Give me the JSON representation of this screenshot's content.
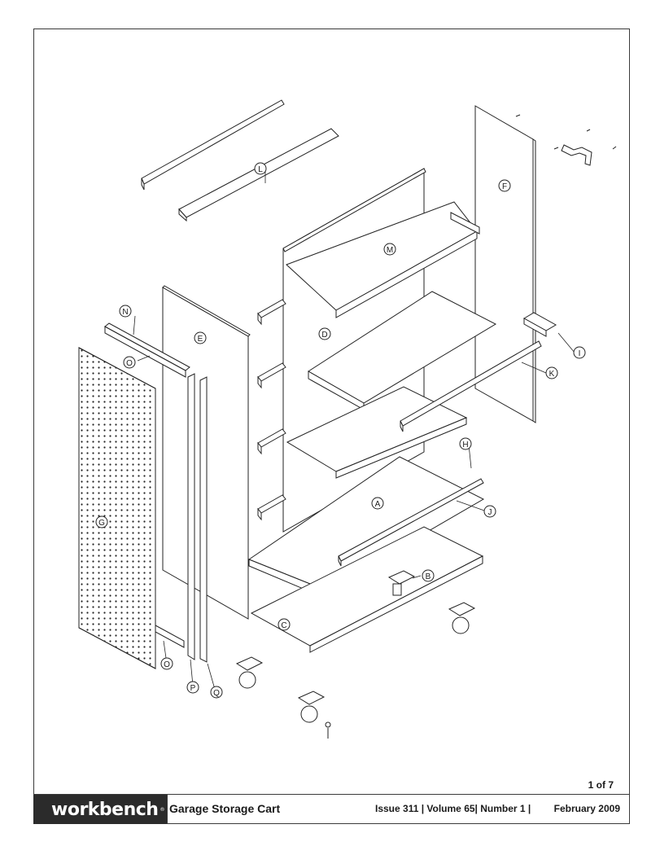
{
  "callouts": [
    "L",
    "F",
    "M",
    "N",
    "E",
    "D",
    "O",
    "I",
    "K",
    "G",
    "H",
    "A",
    "J",
    "B",
    "C",
    "O",
    "P",
    "Q"
  ],
  "footer": {
    "page_number": "1 of 7",
    "brand": "workbench",
    "brand_mark": "®",
    "title": "Garage Storage Cart",
    "issue_info": "Issue 311 | Volume 65| Number 1 |",
    "date": "February 2009"
  }
}
